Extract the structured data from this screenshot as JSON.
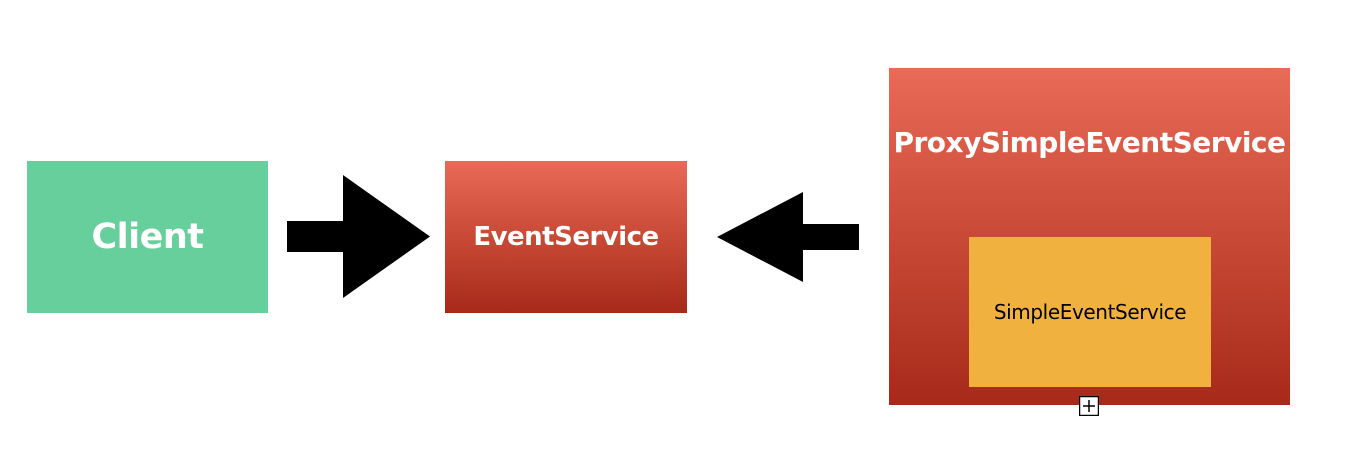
{
  "nodes": {
    "client": {
      "label": "Client",
      "color": "#66cf9b"
    },
    "event_service": {
      "label": "EventService",
      "color": "#c84a36"
    },
    "proxy_simple_event_service": {
      "label": "ProxySimpleEventService",
      "color": "#c84a36",
      "child": {
        "label": "SimpleEventService",
        "color": "#f1b13e"
      }
    }
  },
  "edges": [
    {
      "from": "client",
      "to": "event_service",
      "direction": "right"
    },
    {
      "from": "proxy_simple_event_service",
      "to": "event_service",
      "direction": "left"
    }
  ],
  "icons": {
    "expand": "plus-square-icon"
  }
}
